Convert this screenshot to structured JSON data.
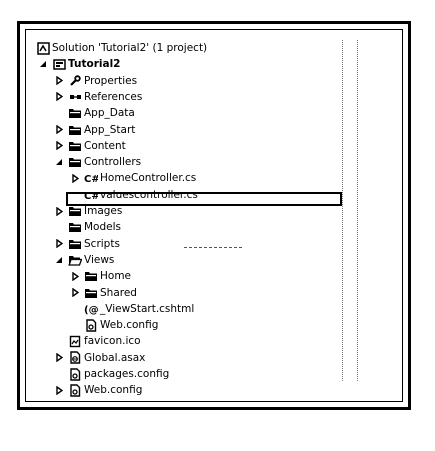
{
  "solution": {
    "title": "Solution 'Tutorial2' (1 project)",
    "icon": "solution-icon"
  },
  "tree": [
    {
      "name": "project-tutorial2",
      "label": "Tutorial2",
      "level": 0,
      "expander": "expanded",
      "icon": "project-icon",
      "bold": true
    },
    {
      "name": "properties",
      "label": "Properties",
      "level": 1,
      "expander": "collapsed",
      "icon": "wrench-icon"
    },
    {
      "name": "references",
      "label": "References",
      "level": 1,
      "expander": "collapsed",
      "icon": "references-icon"
    },
    {
      "name": "app-data",
      "label": "App_Data",
      "level": 1,
      "expander": "none",
      "icon": "folder-icon"
    },
    {
      "name": "app-start",
      "label": "App_Start",
      "level": 1,
      "expander": "collapsed",
      "icon": "folder-icon"
    },
    {
      "name": "content",
      "label": "Content",
      "level": 1,
      "expander": "collapsed",
      "icon": "folder-icon"
    },
    {
      "name": "controllers",
      "label": "Controllers",
      "level": 1,
      "expander": "expanded",
      "icon": "folder-icon"
    },
    {
      "name": "homecontroller",
      "label": "HomeController.cs",
      "level": 2,
      "expander": "collapsed",
      "icon": "csharp-file-icon"
    },
    {
      "name": "valuescontroller",
      "label": "valuescontroller.cs",
      "level": 2,
      "expander": "none",
      "icon": "csharp-file-icon",
      "selected": true
    },
    {
      "name": "images",
      "label": "Images",
      "level": 1,
      "expander": "collapsed",
      "icon": "folder-icon"
    },
    {
      "name": "models",
      "label": "Models",
      "level": 1,
      "expander": "none",
      "icon": "folder-icon"
    },
    {
      "name": "scripts",
      "label": "Scripts",
      "level": 1,
      "expander": "collapsed",
      "icon": "folder-icon"
    },
    {
      "name": "views",
      "label": "Views",
      "level": 1,
      "expander": "expanded",
      "icon": "folder-open-icon"
    },
    {
      "name": "views-home",
      "label": "Home",
      "level": 2,
      "expander": "collapsed",
      "icon": "folder-icon"
    },
    {
      "name": "views-shared",
      "label": "Shared",
      "level": 2,
      "expander": "collapsed",
      "icon": "folder-icon"
    },
    {
      "name": "viewstart",
      "label": "_ViewStart.cshtml",
      "level": 2,
      "expander": "none",
      "icon": "razor-file-icon"
    },
    {
      "name": "views-webconfig",
      "label": "Web.config",
      "level": 2,
      "expander": "none",
      "icon": "config-file-icon"
    },
    {
      "name": "favicon",
      "label": "favicon.ico",
      "level": 1,
      "expander": "none",
      "icon": "image-file-icon"
    },
    {
      "name": "global-asax",
      "label": "Global.asax",
      "level": 1,
      "expander": "collapsed",
      "icon": "global-file-icon"
    },
    {
      "name": "packages-config",
      "label": "packages.config",
      "level": 1,
      "expander": "none",
      "icon": "config-file-icon"
    },
    {
      "name": "webconfig",
      "label": "Web.config",
      "level": 1,
      "expander": "collapsed",
      "icon": "config-file-icon"
    }
  ]
}
